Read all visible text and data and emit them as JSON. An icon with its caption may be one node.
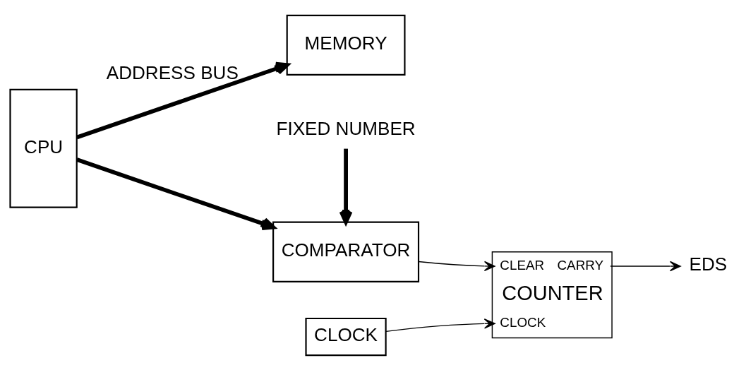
{
  "diagram": {
    "nodes": [
      {
        "text": [
          "CPU"
        ]
      },
      {
        "text": [
          "MEMORY"
        ]
      },
      {
        "text": [
          "COMPARATOR"
        ]
      },
      {
        "text": [
          "CLEAR",
          "CARRY",
          "COUNTER",
          "CLOCK"
        ]
      },
      {
        "text": [
          "EDS"
        ]
      },
      {
        "text": [
          "CLOCK"
        ]
      },
      {
        "text": [
          "FIXED NUMBER"
        ]
      }
    ],
    "edges": [
      {
        "from": 0,
        "to": 1,
        "arrow": "to",
        "label": "ADDRESS BUS",
        "style": "thick"
      },
      {
        "from": 0,
        "to": 2,
        "arrow": "to",
        "style": "thick"
      },
      {
        "from": 6,
        "to": 2,
        "arrow": "to",
        "style": "thick"
      },
      {
        "from": 2,
        "to": 3,
        "arrow": "to"
      },
      {
        "from": 3,
        "to": 4,
        "arrow": "to"
      },
      {
        "from": 5,
        "to": 3,
        "arrow": "to"
      }
    ]
  }
}
